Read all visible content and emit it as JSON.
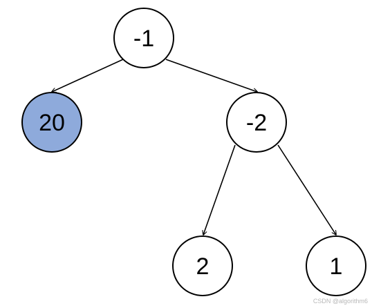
{
  "diagram": {
    "type": "binary-tree",
    "nodes": [
      {
        "id": "n1",
        "label": "-1",
        "highlighted": false
      },
      {
        "id": "n2",
        "label": "20",
        "highlighted": true
      },
      {
        "id": "n3",
        "label": "-2",
        "highlighted": false
      },
      {
        "id": "n4",
        "label": "2",
        "highlighted": false
      },
      {
        "id": "n5",
        "label": "1",
        "highlighted": false
      }
    ],
    "edges": [
      {
        "from": "n1",
        "to": "n2"
      },
      {
        "from": "n1",
        "to": "n3"
      },
      {
        "from": "n3",
        "to": "n4"
      },
      {
        "from": "n3",
        "to": "n5"
      }
    ]
  },
  "colors": {
    "highlight_fill": "#8eaadb",
    "default_fill": "#ffffff",
    "stroke": "#000000"
  },
  "watermark": "CSDN @algorithm6"
}
